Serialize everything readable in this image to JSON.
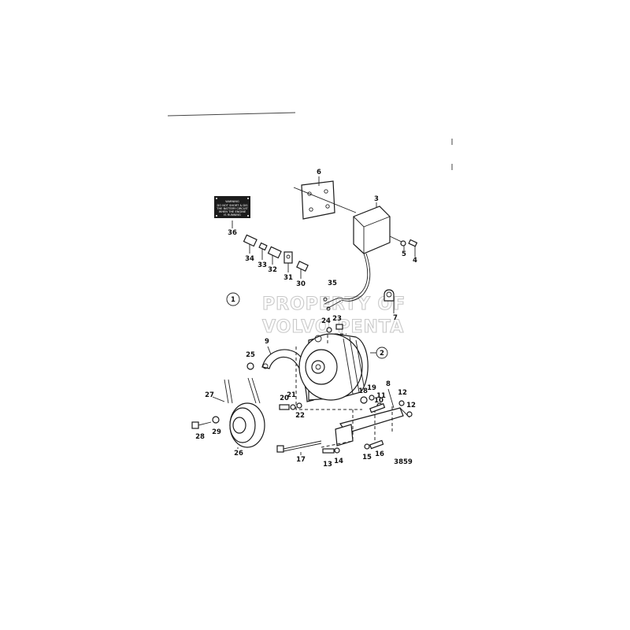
{
  "drawing_number": "3859",
  "group_number": "1",
  "watermark": {
    "line1": "PROPERTY OF",
    "line2": "VOLVO PENTA"
  },
  "warning_plate": {
    "title": "WARNING",
    "lines": [
      "DO NOT SHORT & DIS",
      "THE BATTERY CIRCUIT",
      "WHEN THE ENGINE",
      "IS RUNNING"
    ]
  },
  "callouts": {
    "c2": "2",
    "c3": "3",
    "c4": "4",
    "c5": "5",
    "c6": "6",
    "c7": "7",
    "c8": "8",
    "c9": "9",
    "c10": "10",
    "c11": "11",
    "c12a": "12",
    "c12b": "12",
    "c13": "13",
    "c14": "14",
    "c15": "15",
    "c16": "16",
    "c17": "17",
    "c18": "18",
    "c19": "19",
    "c20": "20",
    "c21": "21",
    "c22": "22",
    "c23": "23",
    "c24": "24",
    "c25": "25",
    "c26": "26",
    "c27": "27",
    "c28": "28",
    "c29": "29",
    "c30": "30",
    "c31": "31",
    "c32": "32",
    "c33": "33",
    "c34": "34",
    "c35": "35",
    "c36": "36"
  }
}
